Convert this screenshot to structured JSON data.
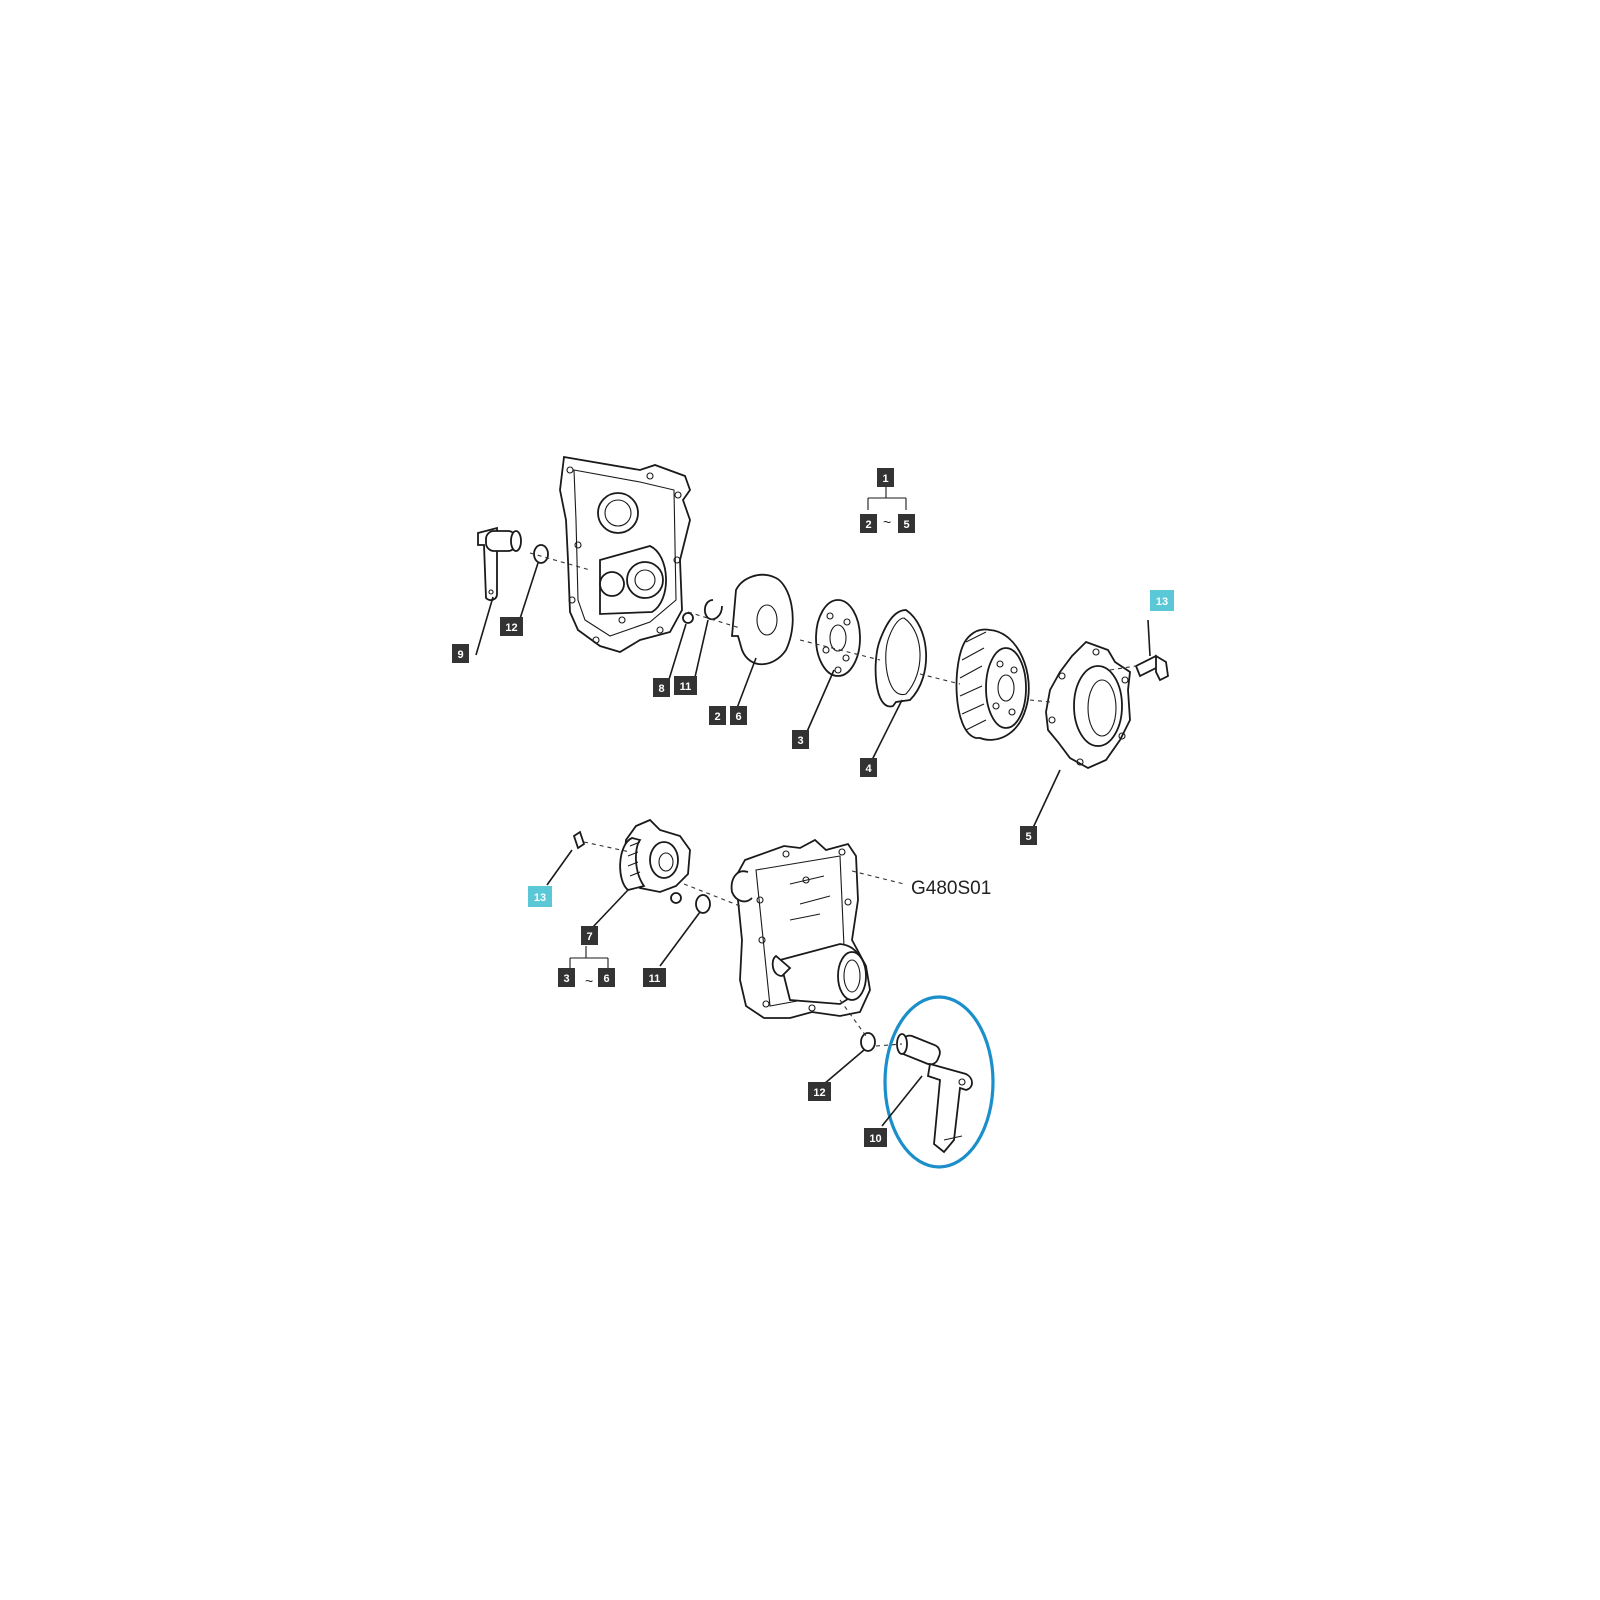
{
  "diagram": {
    "reference_code": "G480S01",
    "highlight_color": "#1a8fc9",
    "label_color": "#333333",
    "accent_label_color": "#5bc8d8",
    "callouts": {
      "c1": "1",
      "c2a": "2",
      "c5a": "5",
      "c13a": "13",
      "c9": "9",
      "c12a": "12",
      "c8": "8",
      "c11a": "11",
      "c2b": "2",
      "c6a": "6",
      "c3a": "3",
      "c4": "4",
      "c5b": "5",
      "c13b": "13",
      "c7": "7",
      "c3b": "3",
      "c6b": "6",
      "c11b": "11",
      "c12b": "12",
      "c10": "10"
    },
    "group_separator": "~"
  }
}
